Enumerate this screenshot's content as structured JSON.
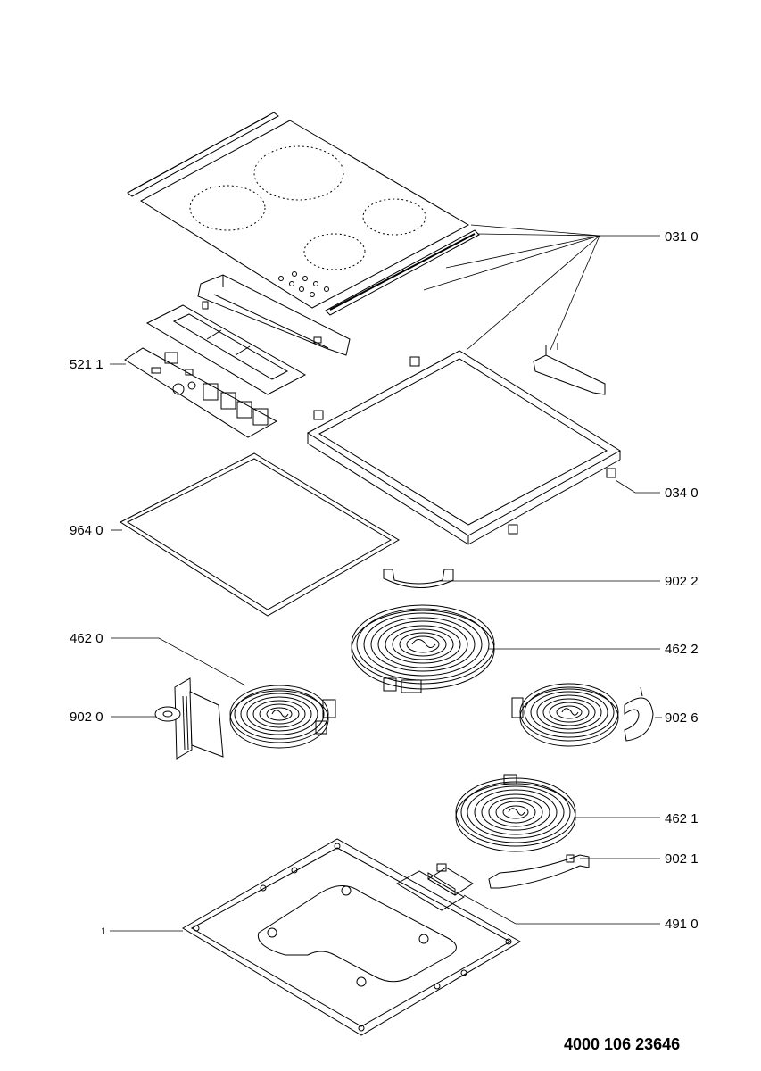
{
  "document_number": "4000 106 23646",
  "callouts": {
    "c0310": "031 0",
    "c5211": "521 1",
    "c0340": "034 0",
    "c9640": "964 0",
    "c9022": "902 2",
    "c4622": "462 2",
    "c4620": "462 0",
    "c9020": "902 0",
    "c9026": "902 6",
    "c4621": "462 1",
    "c9021": "902 1",
    "c4910": "491 0",
    "c1": "1"
  }
}
